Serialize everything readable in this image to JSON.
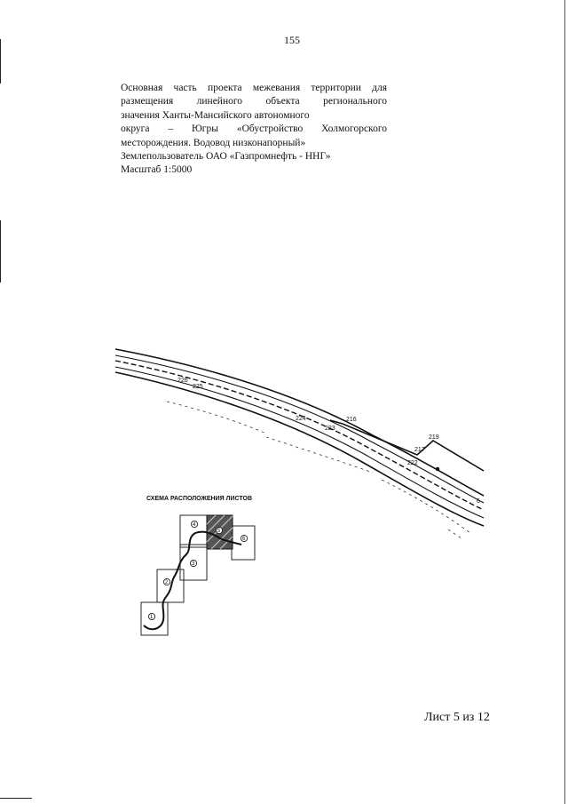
{
  "page_number": "155",
  "header": {
    "lines": [
      "Основная часть проекта межевания территории для",
      "размещения линейного объекта регионального",
      "значения Ханты-Мансийского автономного",
      "округа – Югры «Обустройство Холмогорского",
      "месторождения. Водовод низконапорный»",
      "Землепользователь ОАО «Газпромнефть - ННГ»",
      "Масштаб 1:5000"
    ]
  },
  "map": {
    "point_labels": [
      "226",
      "225",
      "224",
      "223",
      "216",
      "219",
      "217",
      "222"
    ],
    "cut_label": "6"
  },
  "scheme": {
    "title": "СХЕМА РАСПОЛОЖЕНИЯ ЛИСТОВ",
    "sheets": [
      "1",
      "2",
      "3",
      "4",
      "5",
      "6"
    ]
  },
  "footer": {
    "sheet_label": "Лист 5 из 12"
  }
}
